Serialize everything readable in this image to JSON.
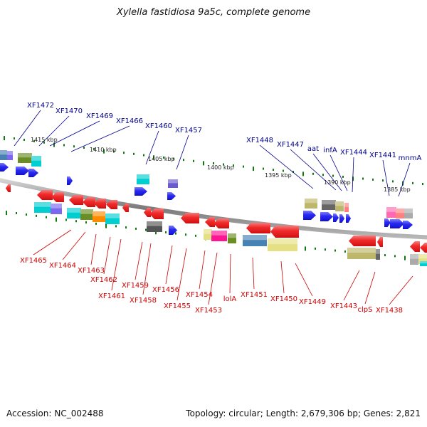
{
  "title": "Xylella fastidiosa 9a5c, complete genome",
  "footer": {
    "accession_label": "Accession:",
    "accession": "NC_002488",
    "topology_label": "Topology:",
    "topology": "circular;",
    "length_label": "Length:",
    "length": "2,679,306 bp;",
    "genes_label": "Genes:",
    "genes": "2,821"
  },
  "colors": {
    "forward_gene": "#1010ee",
    "reverse_gene": "#ee1010",
    "backbone": "#888888",
    "tick": "#117711",
    "forward_label": "#00008b",
    "reverse_label": "#cc0000"
  },
  "scale_ticks": [
    "1415 kbp",
    "1410 kbp",
    "1405 kbp",
    "1400 kbp",
    "1395 kbp",
    "1390 kbp",
    "1385 kbp"
  ],
  "forward_labels": [
    "XF1472",
    "XF1470",
    "XF1469",
    "XF1466",
    "XF1460",
    "XF1457",
    "XF1448",
    "XF1447",
    "aat",
    "infA",
    "XF1444",
    "XF1441",
    "mnmA"
  ],
  "reverse_labels": [
    "XF1465",
    "XF1464",
    "XF1463",
    "XF1462",
    "XF1461",
    "XF1459",
    "XF1458",
    "XF1456",
    "XF1455",
    "XF1454",
    "XF1453",
    "lolA",
    "XF1451",
    "XF1450",
    "XF1449",
    "XF1443",
    "clpS",
    "XF1438"
  ]
}
